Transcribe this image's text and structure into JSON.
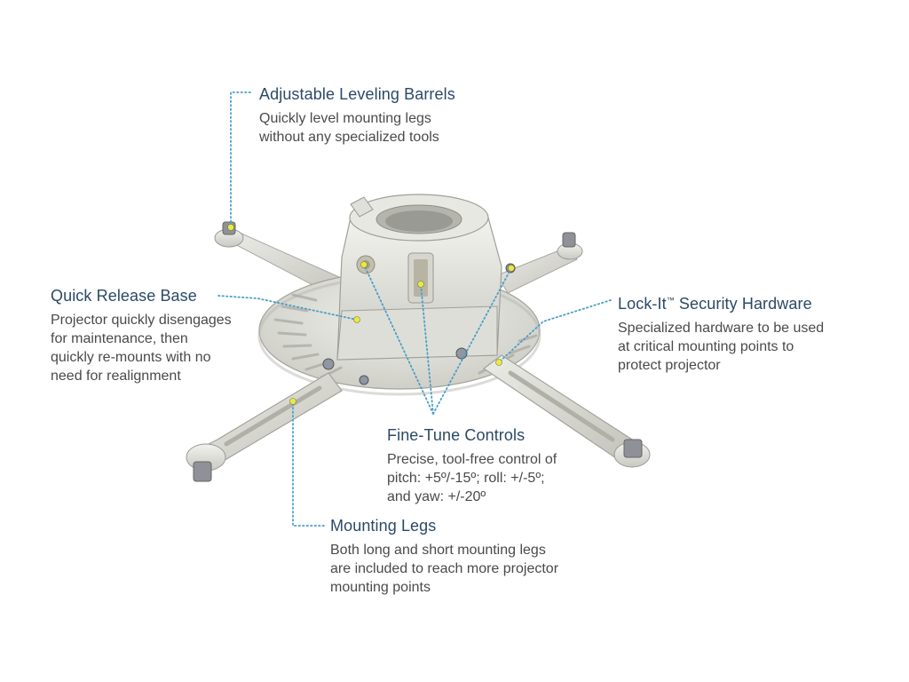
{
  "callouts": {
    "leveling_barrels": {
      "title": "Adjustable Leveling Barrels",
      "desc": [
        "Quickly level mounting legs",
        "without any specialized tools"
      ]
    },
    "quick_release": {
      "title": "Quick Release Base",
      "desc": [
        "Projector quickly disengages",
        "for maintenance, then",
        "quickly re-mounts with no",
        "need for realignment"
      ]
    },
    "lock_it": {
      "title": "Lock-It",
      "trademark": "™",
      "title_rest": " Security Hardware",
      "desc": [
        "Specialized hardware to be used",
        "at critical mounting points to",
        "protect projector"
      ]
    },
    "fine_tune": {
      "title": "Fine-Tune Controls",
      "desc": [
        "Precise, tool-free control of",
        "pitch: +5º/-15º; roll: +/-5º;",
        "and yaw: +/-20º"
      ]
    },
    "mounting_legs": {
      "title": "Mounting Legs",
      "desc": [
        "Both long and short mounting legs",
        "are included to reach more projector",
        "mounting points"
      ]
    }
  },
  "colors": {
    "title": "#2b4a66",
    "text": "#4a4a4a",
    "leader_line": "#4d9fc7",
    "marker": "#e8ea43",
    "product": "#dcdcd6"
  }
}
